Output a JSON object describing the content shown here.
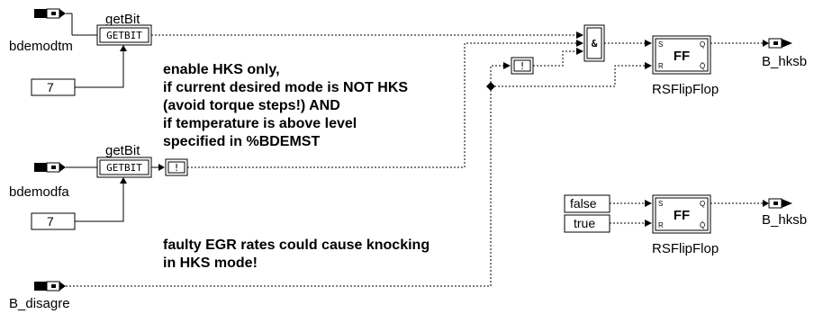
{
  "inputs": {
    "bdemodtm": "bdemodtm",
    "bdemodfa": "bdemodfa",
    "b_disagre": "B_disagre"
  },
  "getbit_1": {
    "caption": "getBit",
    "label": "GETBIT",
    "const": "7"
  },
  "getbit_2": {
    "caption": "getBit",
    "label": "GETBIT",
    "const": "7"
  },
  "not_label": "!",
  "and_label": "&",
  "flipflop_1": {
    "label": "FF",
    "caption": "RSFlipFlop",
    "pin_s": "S",
    "pin_r": "R",
    "pin_q": "Q",
    "pin_qbar": "Q̄"
  },
  "flipflop_2": {
    "label": "FF",
    "caption": "RSFlipFlop",
    "pin_s": "S",
    "pin_r": "R",
    "pin_q": "Q",
    "pin_qbar": "Q̄",
    "in_s": "false",
    "in_r": "true"
  },
  "outputs": {
    "out_1": "B_hksb",
    "out_2": "B_hksb"
  },
  "annotation_1": [
    "enable HKS only,",
    "if current desired mode is NOT HKS",
    "(avoid torque steps!) AND",
    "if temperature is above level",
    "specified in %BDEMST"
  ],
  "annotation_2": [
    "faulty EGR rates could cause knocking",
    "in HKS mode!"
  ]
}
